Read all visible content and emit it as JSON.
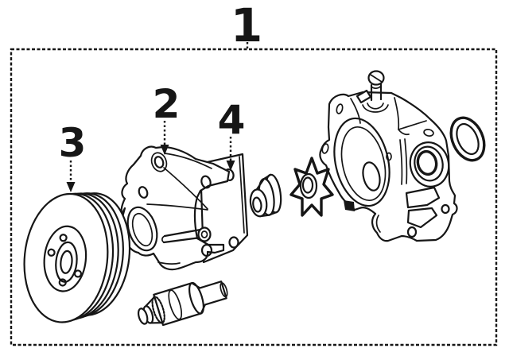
{
  "figure": {
    "kind": "exploded-parts-diagram",
    "subject": "water-pump-assembly"
  },
  "callouts": [
    {
      "label": "1",
      "part": "water-pump-assembly"
    },
    {
      "label": "2",
      "part": "water-pump-body"
    },
    {
      "label": "3",
      "part": "pulley"
    },
    {
      "label": "4",
      "part": "gasket-plate"
    }
  ],
  "colors": {
    "ink": "#161616",
    "paper": "#ffffff"
  }
}
